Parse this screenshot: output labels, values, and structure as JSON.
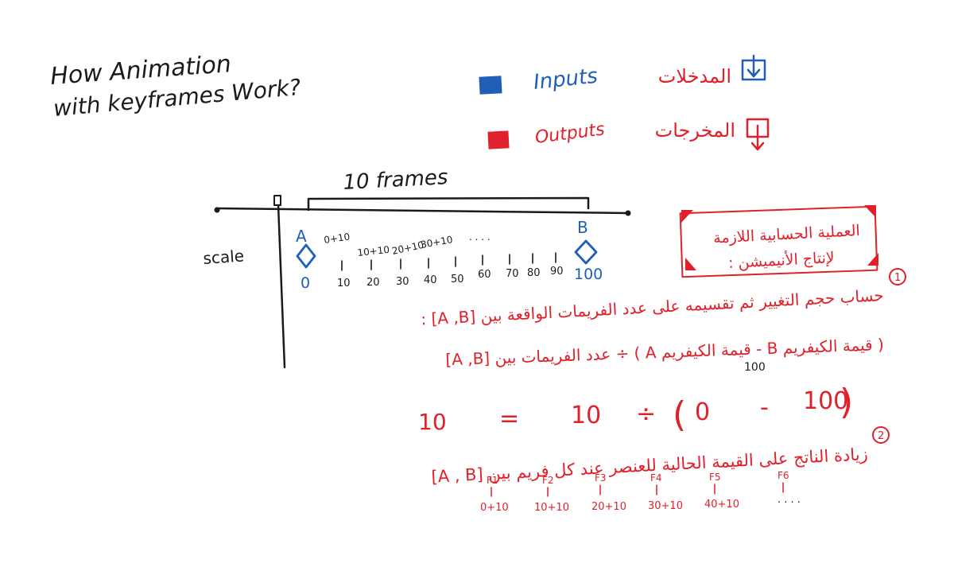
{
  "title": {
    "line1": "How Animation",
    "line2": "with keyframes Work?"
  },
  "legend": {
    "inputs_en": "Inputs",
    "inputs_ar": "المدخلات",
    "outputs_en": "Outputs",
    "outputs_ar": "المخرجات",
    "inputs_color": "#1f5fb8",
    "outputs_color": "#e0202a",
    "inputs_icon": "down-arrow-in-box-icon",
    "outputs_icon": "down-arrow-out-of-box-icon"
  },
  "timeline": {
    "frames_label": "10 frames",
    "scale_label": "scale",
    "keyframe_a": {
      "label": "A",
      "value": "0"
    },
    "keyframe_b": {
      "label": "B",
      "value": "100"
    },
    "increments": [
      "0+10",
      "10+10",
      "20+10",
      "30+10",
      ". . . ."
    ],
    "tick_values": [
      "10",
      "20",
      "30",
      "40",
      "50",
      "60",
      "70",
      "80",
      "90"
    ]
  },
  "note_box": {
    "line1": "العملية الحسابية اللازمة",
    "line2": "لإنتاج الأنيميشن :"
  },
  "step1": {
    "number": "1",
    "heading": "حساب حجم التغيير ثم تقسيمه على عدد الفريمات الواقعة بين [A ,B] :",
    "formula_text": "( قيمة الكيفريم B - قيمة الكيفريم A ) ÷ عدد الفريمات بين [A ,B]",
    "note_100": "100"
  },
  "equation": {
    "result": "10",
    "equals": "=",
    "divisor": "10",
    "divide": "÷",
    "left_paren": "(",
    "a_value": "0",
    "minus": "-",
    "b_value": "100",
    "right_paren": ")"
  },
  "step2": {
    "number": "2",
    "heading": "زيادة الناتج على القيمة الحالية للعنصر عند كل فريم بين [A , B]"
  },
  "frames_table": [
    {
      "frame": "F1",
      "calc": "0+10"
    },
    {
      "frame": "F2",
      "calc": "10+10"
    },
    {
      "frame": "F3",
      "calc": "20+10"
    },
    {
      "frame": "F4",
      "calc": "30+10"
    },
    {
      "frame": "F5",
      "calc": "40+10"
    },
    {
      "frame": "F6",
      "calc": ". . . ."
    }
  ]
}
